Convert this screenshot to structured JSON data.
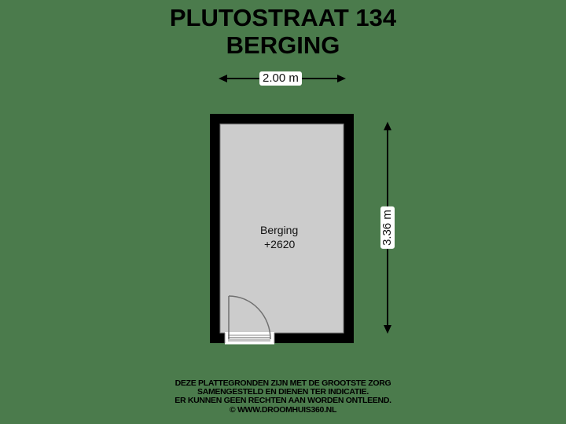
{
  "header": {
    "address": "PLUTOSTRAAT 134",
    "subtitle": "BERGING"
  },
  "dimensions": {
    "width_label": "2.00 m",
    "depth_label": "3.36 m"
  },
  "room": {
    "name": "Berging",
    "level": "+2620",
    "floor_color": "#cccccc",
    "wall_color": "#000000"
  },
  "background_color": "#4b7b4c",
  "disclaimer": {
    "lines": [
      "DEZE PLATTEGRONDEN ZIJN MET DE GROOTSTE ZORG",
      "SAMENGESTELD EN DIENEN TER INDICATIE.",
      "ER KUNNEN GEEN RECHTEN AAN WORDEN ONTLEEND.",
      "© WWW.DROOMHUIS360.NL"
    ]
  }
}
